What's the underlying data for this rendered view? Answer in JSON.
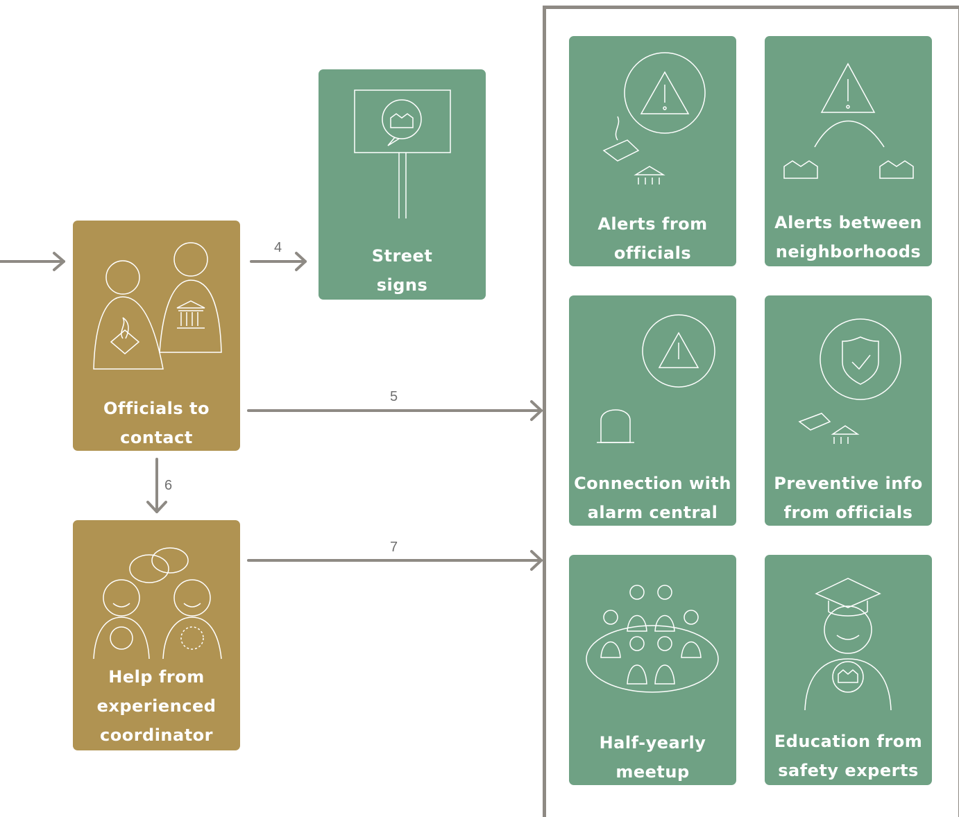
{
  "cards": {
    "officials": "Officials to\ncontact",
    "coordinator": "Help from\nexperienced\ncoordinator",
    "street_signs": "Street\nsigns",
    "alerts_officials": "Alerts from\nofficials",
    "alerts_neighborhoods": "Alerts between\nneighborhoods",
    "alarm_central": "Connection with\nalarm central",
    "preventive_info": "Preventive info\nfrom officials",
    "meetup": "Half-yearly\nmeetup",
    "education": "Education from\nsafety experts"
  },
  "arrows": {
    "a4": "4",
    "a5": "5",
    "a6": "6",
    "a7": "7"
  },
  "colors": {
    "gold": "#b09352",
    "green": "#6fa184",
    "arrow": "#8e8a84"
  }
}
